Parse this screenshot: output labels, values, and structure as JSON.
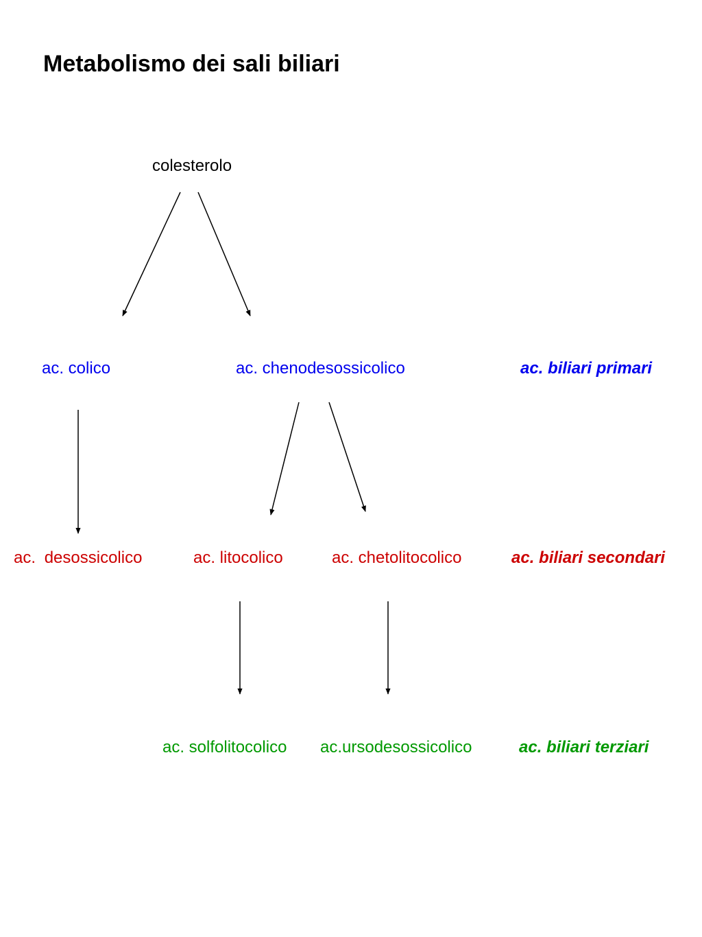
{
  "title": "Metabolismo dei sali biliari",
  "colors": {
    "primary": "#0000ee",
    "secondary": "#cc0000",
    "tertiary": "#009900",
    "text": "#000000"
  },
  "nodes": {
    "colesterolo": "colesterolo",
    "colico": "ac. colico",
    "chenodesossicolico": "ac. chenodesossicolico",
    "desossicolico_prefix": "ac.",
    "desossicolico_name": "desossicolico",
    "litocolico": "ac. litocolico",
    "chetolitocolico": "ac. chetolitocolico",
    "solfolitocolico": "ac. solfolitocolico",
    "ursodesossicolico": "ac.ursodesossicolico"
  },
  "categories": {
    "primari": "ac. biliari primari",
    "secondari": "ac. biliari secondari",
    "terziari": "ac. biliari terziari"
  }
}
